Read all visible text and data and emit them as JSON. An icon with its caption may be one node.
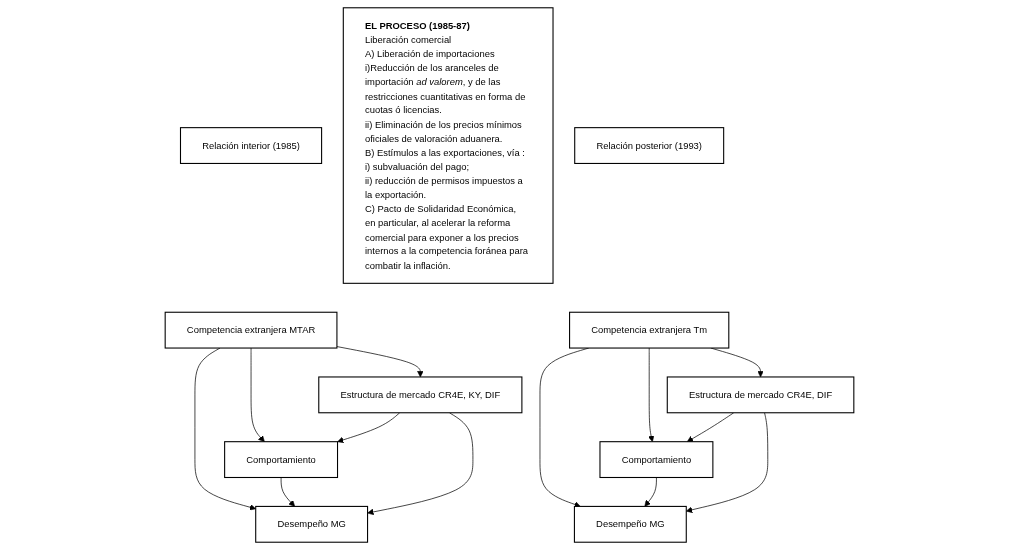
{
  "diagram": {
    "nodes": [
      {
        "text": [
          "Relación interior (1985)"
        ]
      },
      {
        "text": [
          "Competencia extranjera MTAR"
        ]
      },
      {
        "text": [
          "Estructura de mercado CR4E, KY, DIF"
        ]
      },
      {
        "text": [
          "Comportamiento"
        ]
      },
      {
        "text": [
          "Desempeño MG"
        ]
      },
      {
        "text": [
          "EL PROCESO (1985-87)",
          "Liberación comercial",
          "A) Liberación de importaciones",
          "i)Reducción de los aranceles de importación *ad valorem*, y de las restricciones cuantitativas en forma de cuotas ó licencias.",
          "ii) Eliminación de los precios mínimos oficiales de valoración aduanera.",
          "B) Estímulos a las exportaciones, vía :",
          "i) subvaluación del pago;",
          "ii) reducción de permisos impuestos a la exportación.",
          "C) Pacto de Solidaridad Económica, en particular, al acelerar la reforma comercial para exponer a los precios internos a la competencia foránea para combatir la inflación."
        ]
      },
      {
        "text": [
          "Relación posterior (1993)"
        ]
      },
      {
        "text": [
          "Competencia extranjera Tm"
        ]
      },
      {
        "text": [
          "Estructura de mercado CR4E, DIF"
        ]
      },
      {
        "text": [
          "Comportamiento"
        ]
      },
      {
        "text": [
          "Desempeño MG"
        ]
      }
    ],
    "edges": [
      {
        "from": 1,
        "to": 2,
        "arrow": "to"
      },
      {
        "from": 1,
        "to": 3,
        "arrow": "to"
      },
      {
        "from": 1,
        "to": 4,
        "arrow": "to"
      },
      {
        "from": 2,
        "to": 3,
        "arrow": "to"
      },
      {
        "from": 3,
        "to": 4,
        "arrow": "to"
      },
      {
        "from": 2,
        "to": 4,
        "arrow": "to"
      },
      {
        "from": 7,
        "to": 8,
        "arrow": "to"
      },
      {
        "from": 7,
        "to": 9,
        "arrow": "to"
      },
      {
        "from": 7,
        "to": 10,
        "arrow": "to"
      },
      {
        "from": 8,
        "to": 9,
        "arrow": "to"
      },
      {
        "from": 9,
        "to": 10,
        "arrow": "to"
      },
      {
        "from": 8,
        "to": 10,
        "arrow": "to"
      }
    ]
  }
}
